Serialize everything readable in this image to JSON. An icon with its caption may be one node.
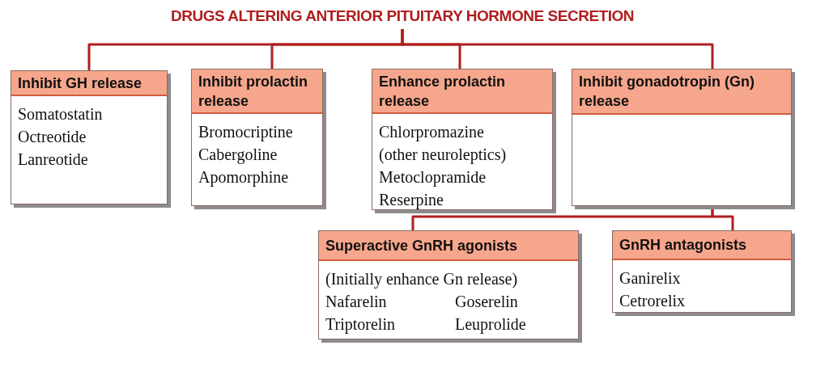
{
  "diagram": {
    "title": "DRUGS ALTERING ANTERIOR PITUITARY HORMONE SECRETION",
    "nodes": [
      {
        "text": [
          "Inhibit GH release",
          "Somatostatin",
          "Octreotide",
          "Lanreotide"
        ]
      },
      {
        "text": [
          "Inhibit prolactin release",
          "Bromocriptine",
          "Cabergoline",
          "Apomorphine"
        ]
      },
      {
        "text": [
          "Enhance prolactin release",
          "Chlorpromazine",
          "(other neuroleptics)",
          "Metoclopramide",
          "Reserpine"
        ]
      },
      {
        "text": [
          "Inhibit gonadotropin (Gn) release"
        ]
      },
      {
        "text": [
          "Superactive GnRH agonists",
          "(Initially enhance Gn release)",
          "Nafarelin",
          "Goserelin",
          "Triptorelin",
          "Leuprolide"
        ]
      },
      {
        "text": [
          "GnRH antagonists",
          "Ganirelix",
          "Cetrorelix"
        ]
      }
    ],
    "edges": [
      {
        "from": null,
        "to": 0,
        "arrow": "none"
      },
      {
        "from": null,
        "to": 1,
        "arrow": "none"
      },
      {
        "from": null,
        "to": 2,
        "arrow": "none"
      },
      {
        "from": null,
        "to": 3,
        "arrow": "none"
      },
      {
        "from": 3,
        "to": 4,
        "arrow": "none"
      },
      {
        "from": 3,
        "to": 5,
        "arrow": "none"
      }
    ]
  }
}
